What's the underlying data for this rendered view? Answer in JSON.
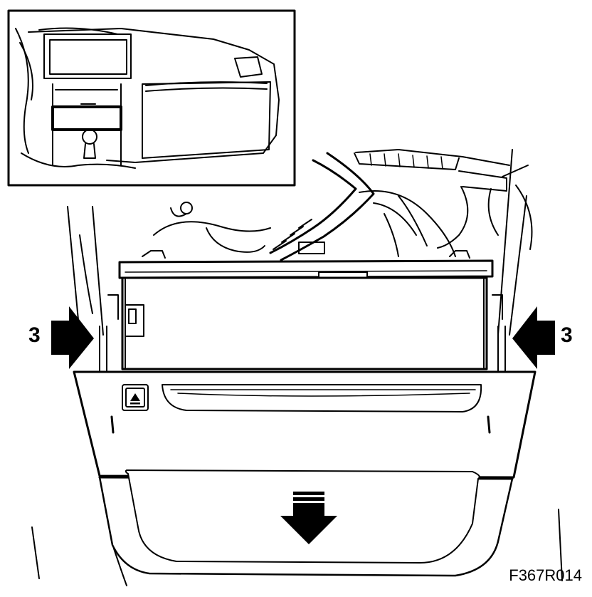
{
  "callouts": {
    "left": "3",
    "right": "3"
  },
  "figure_code": "F367R014",
  "icons": [
    "eject-icon",
    "arrow-down-icon",
    "arrow-right-icon",
    "arrow-left-icon"
  ],
  "colors": {
    "line": "#000000",
    "background": "#ffffff"
  }
}
